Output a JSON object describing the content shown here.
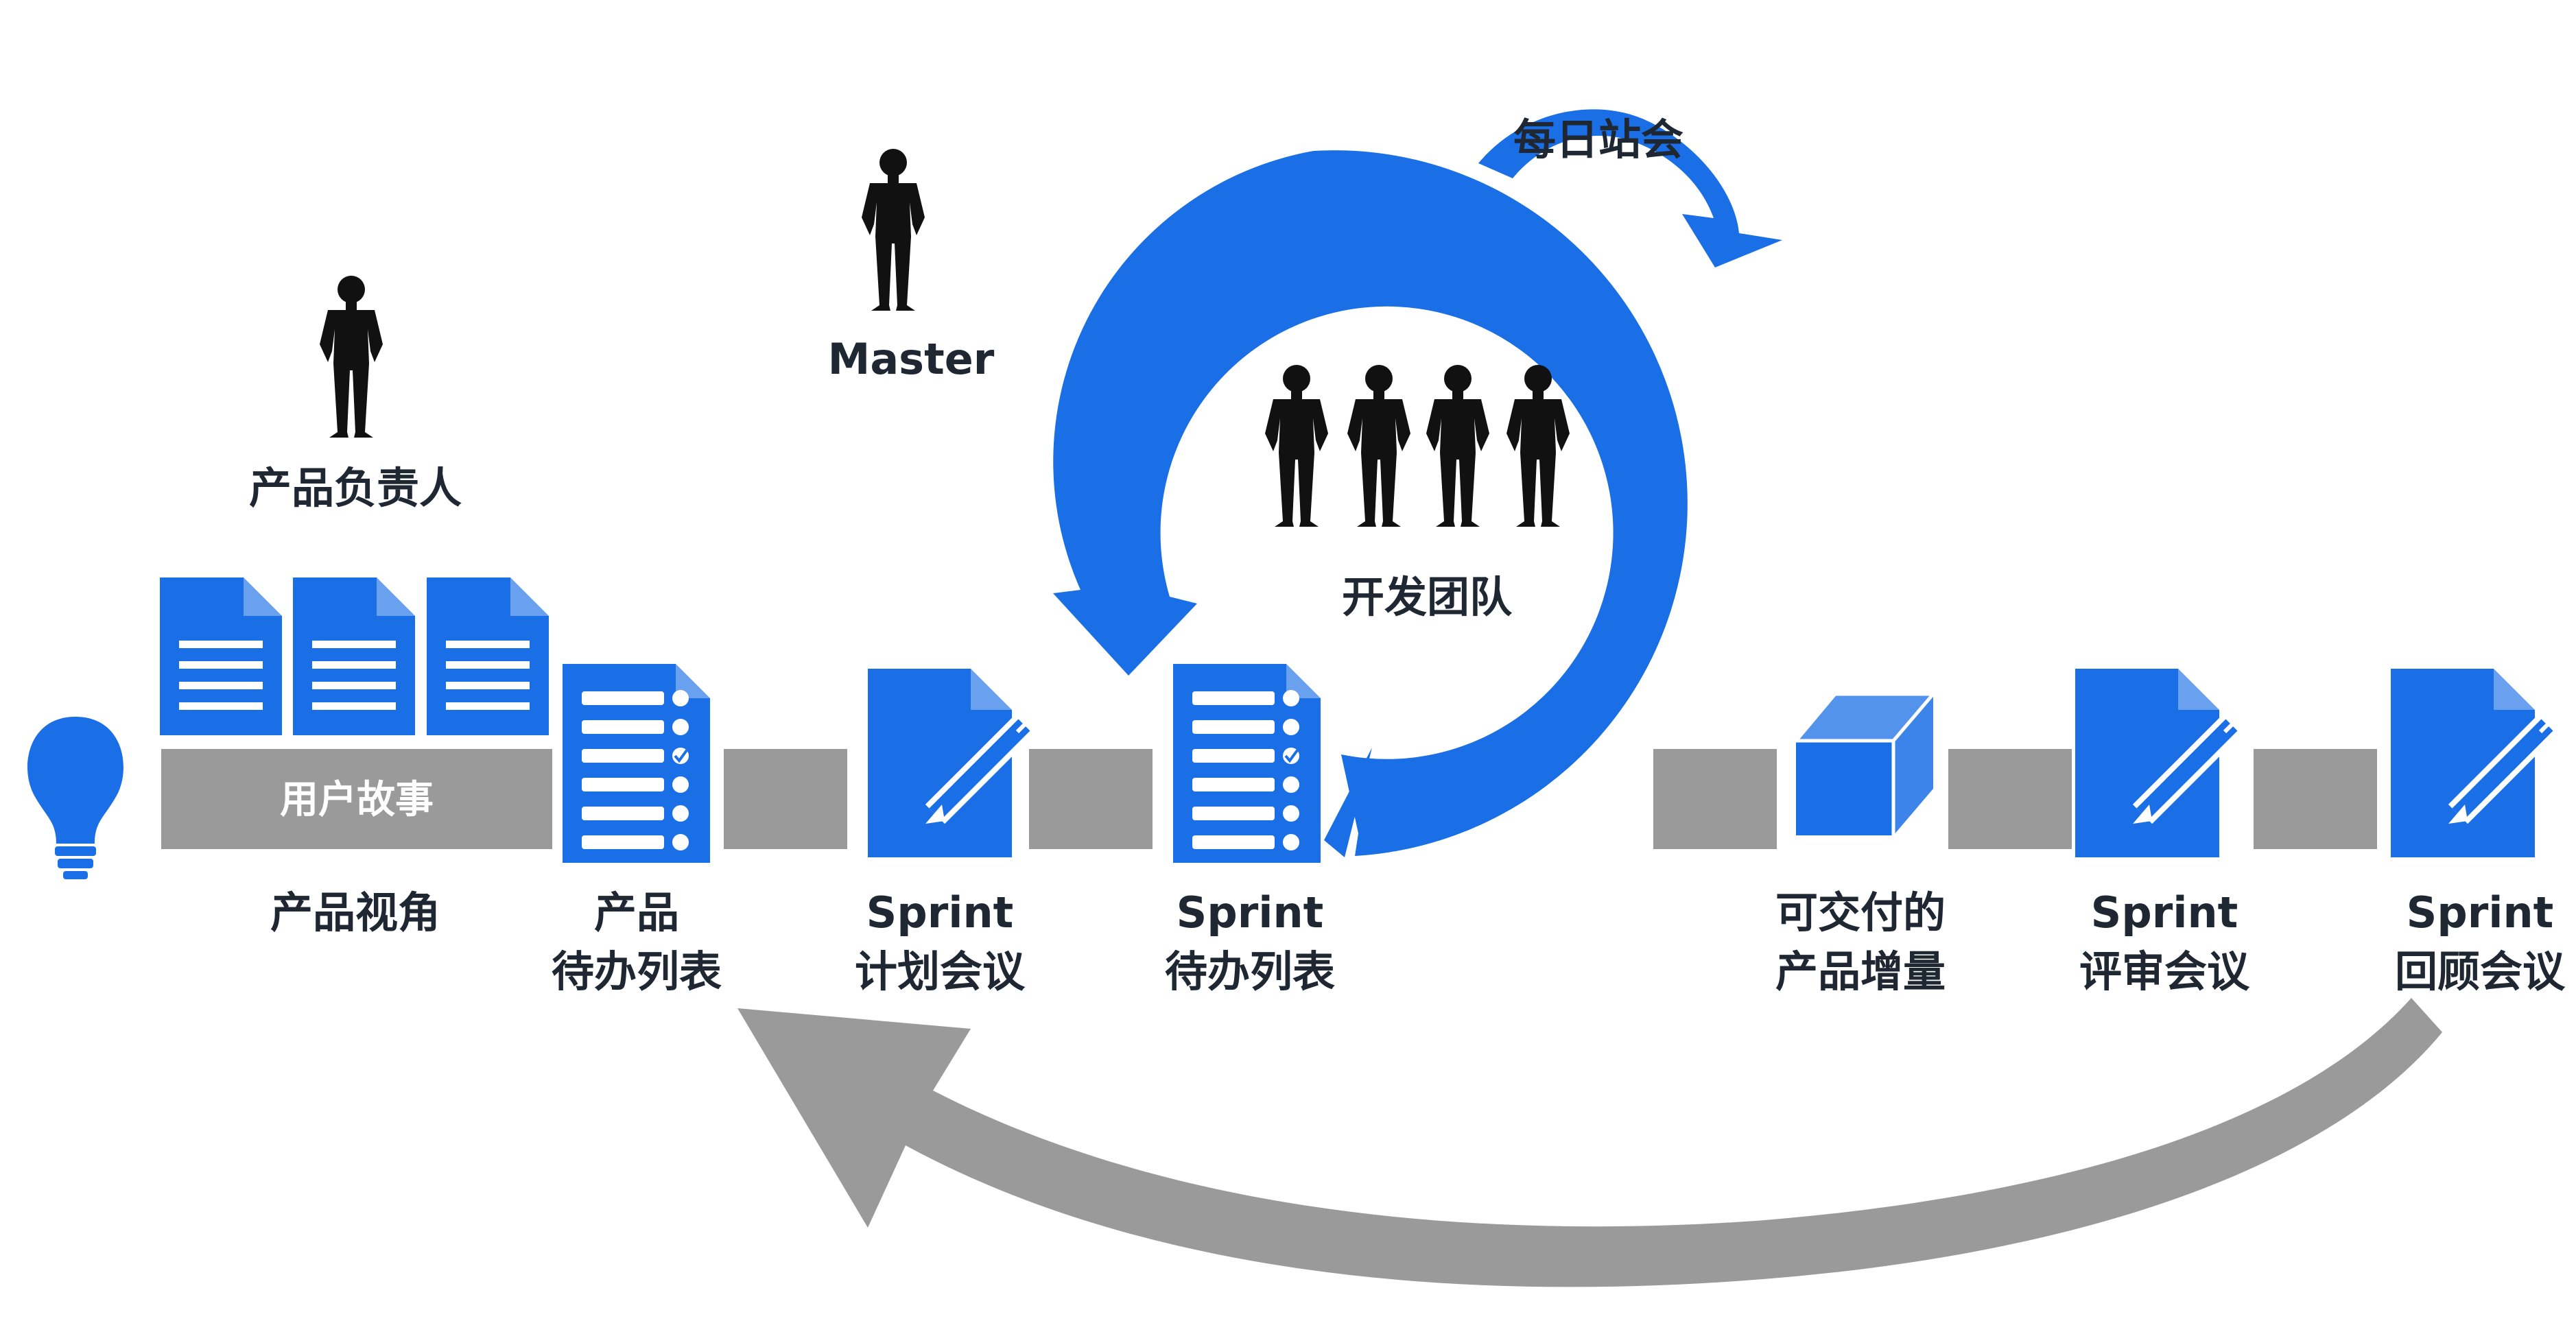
{
  "colors": {
    "blue": "#1a6fe6",
    "gray": "#9a9a9a",
    "dark": "#1f2733",
    "white": "#ffffff"
  },
  "icons": {
    "idea": "lightbulb-icon",
    "story": "document-icon",
    "backlog": "checklist-icon",
    "planning": "document-edit-icon",
    "increment": "cube-icon",
    "person": "person-silhouette-icon"
  },
  "labels": {
    "master": "Master",
    "product_owner": "产品负责人",
    "dev_team": "开发团队",
    "daily_standup": "每日站会",
    "user_stories": "用户故事",
    "product_vision": "产品视角",
    "product_backlog_1": "产品",
    "product_backlog_2": "待办列表",
    "sprint_planning_1": "Sprint",
    "sprint_planning_2": "计划会议",
    "sprint_backlog_1": "Sprint",
    "sprint_backlog_2": "待办列表",
    "increment_1": "可交付的",
    "increment_2": "产品增量",
    "sprint_review_1": "Sprint",
    "sprint_review_2": "评审会议",
    "sprint_retro_1": "Sprint",
    "sprint_retro_2": "回顾会议"
  }
}
